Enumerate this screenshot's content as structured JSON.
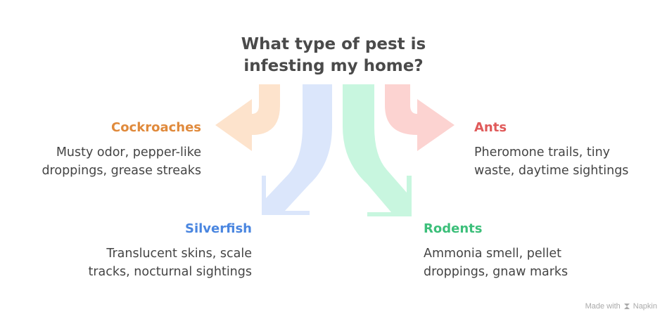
{
  "diagram": {
    "title_line1": "What type of pest is",
    "title_line2": "infesting my home?",
    "branches": [
      {
        "label": "Cockroaches",
        "description_line1": "Musty odor, pepper-like",
        "description_line2": "droppings, grease streaks",
        "color": "#e08a3c",
        "arrow_color": "#fde3cc"
      },
      {
        "label": "Silverfish",
        "description_line1": "Translucent skins, scale",
        "description_line2": "tracks, nocturnal sightings",
        "color": "#4a86e0",
        "arrow_color": "#dbe6fb"
      },
      {
        "label": "Rodents",
        "description_line1": "Ammonia smell, pellet",
        "description_line2": "droppings, gnaw marks",
        "color": "#3cbf7a",
        "arrow_color": "#c8f6df"
      },
      {
        "label": "Ants",
        "description_line1": "Pheromone trails, tiny",
        "description_line2": "waste, daytime sightings",
        "color": "#e05a5a",
        "arrow_color": "#fcd3d1"
      }
    ]
  },
  "watermark": {
    "text": "Made with",
    "brand": "Napkin",
    "icon": "napkin-logo-icon"
  }
}
